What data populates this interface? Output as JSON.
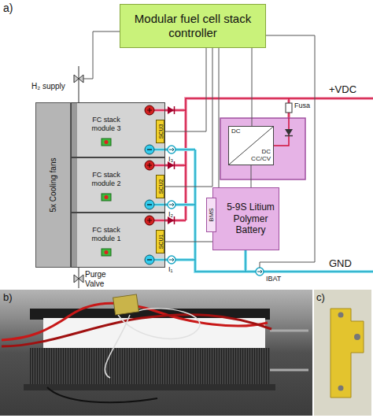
{
  "diagram": {
    "nodes": [
      {
        "text": [
          "Modular fuel cell stack controller"
        ]
      },
      {
        "text": [
          "5x Cooling fans"
        ]
      },
      {
        "text": [
          "FC stack module 3"
        ]
      },
      {
        "text": [
          "SCU3"
        ],
        "in": 2
      },
      {
        "text": [
          "FC stack module 2"
        ]
      },
      {
        "text": [
          "SCU2"
        ],
        "in": 4
      },
      {
        "text": [
          "FC stack module 1"
        ]
      },
      {
        "text": [
          "SCU1"
        ],
        "in": 6
      },
      {
        "text": [
          "DC",
          "DC CC/CV"
        ]
      },
      {
        "text": [
          "5-9S Litium Polymer Battery"
        ]
      },
      {
        "text": [
          "BMS"
        ],
        "in": 9
      }
    ],
    "edges": [
      {
        "from": 0,
        "to": 3,
        "arrow": "none"
      },
      {
        "from": 0,
        "to": 5,
        "arrow": "none"
      },
      {
        "from": 0,
        "to": 7,
        "arrow": "none"
      },
      {
        "from": 0,
        "to": 8,
        "arrow": "none"
      },
      {
        "from": 8,
        "to": 9,
        "arrow": "none"
      }
    ],
    "labels": [
      "a)",
      "H₂ supply",
      "+VDC",
      "Fusa",
      "I₃",
      "I₂",
      "I₁",
      "GND",
      "IBAT",
      "Purge Valve",
      "b)",
      "c)"
    ]
  }
}
